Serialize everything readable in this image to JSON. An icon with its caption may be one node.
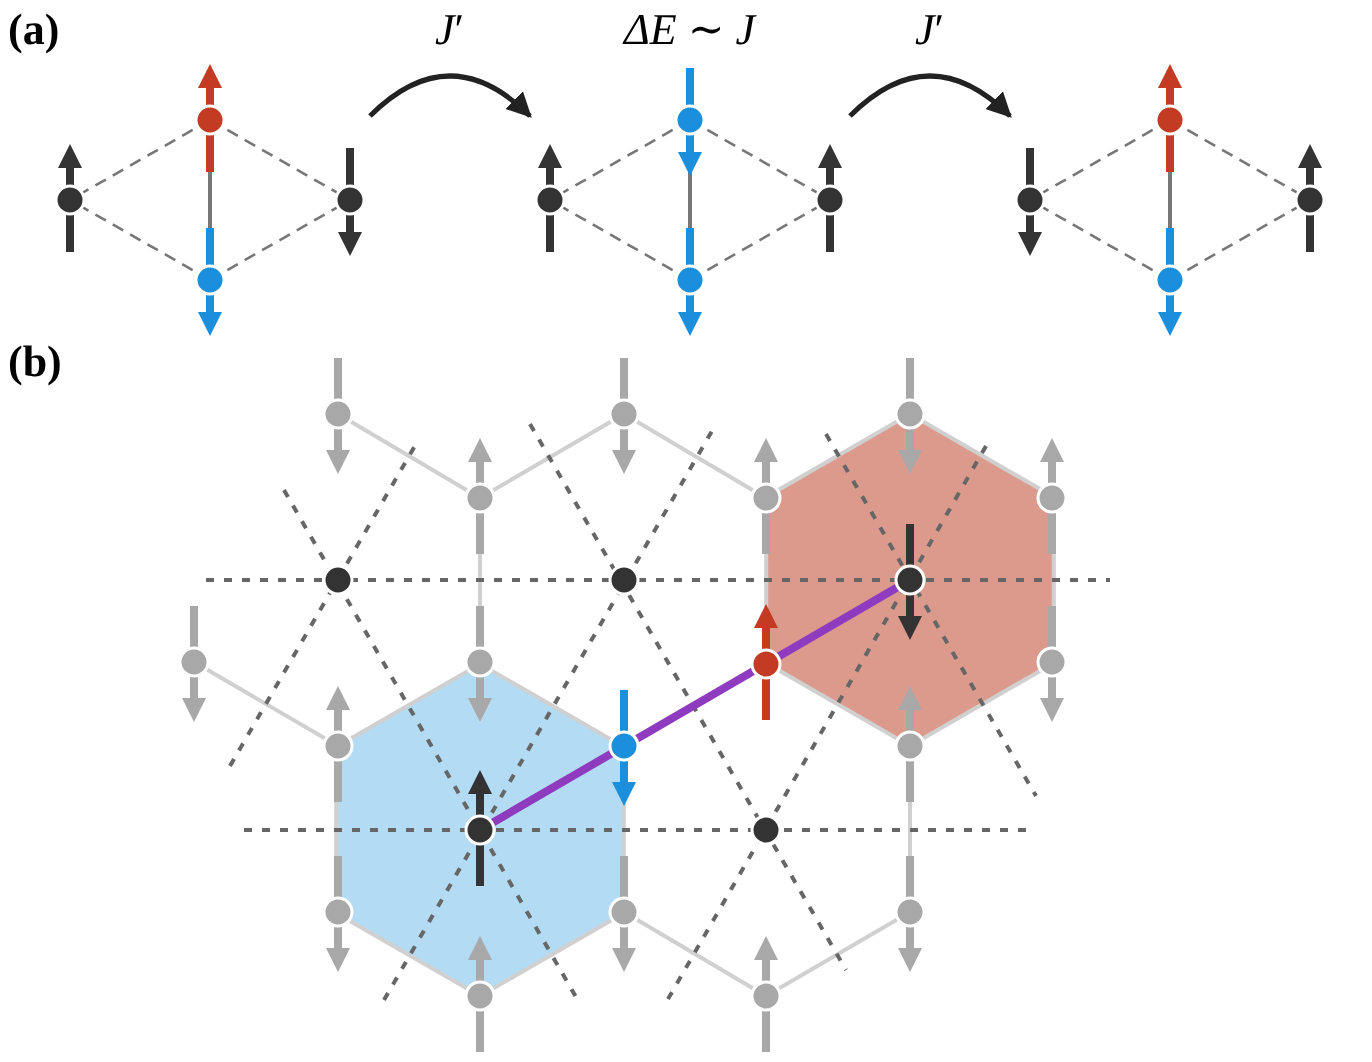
{
  "diagram": {
    "nodes": [
      {
        "text": [],
        "shape": "picture"
      },
      {
        "text": [],
        "shape": "picture",
        "beside": [
          "ΔE ∼ J"
        ]
      },
      {
        "text": [],
        "shape": "picture"
      }
    ],
    "edges": [
      {
        "from": 0,
        "to": 1,
        "arrow": "to",
        "label": "*J*′"
      },
      {
        "from": 1,
        "to": 2,
        "arrow": "to",
        "label": "*J*′"
      }
    ],
    "labels": [
      "(a)",
      "(b)"
    ]
  }
}
